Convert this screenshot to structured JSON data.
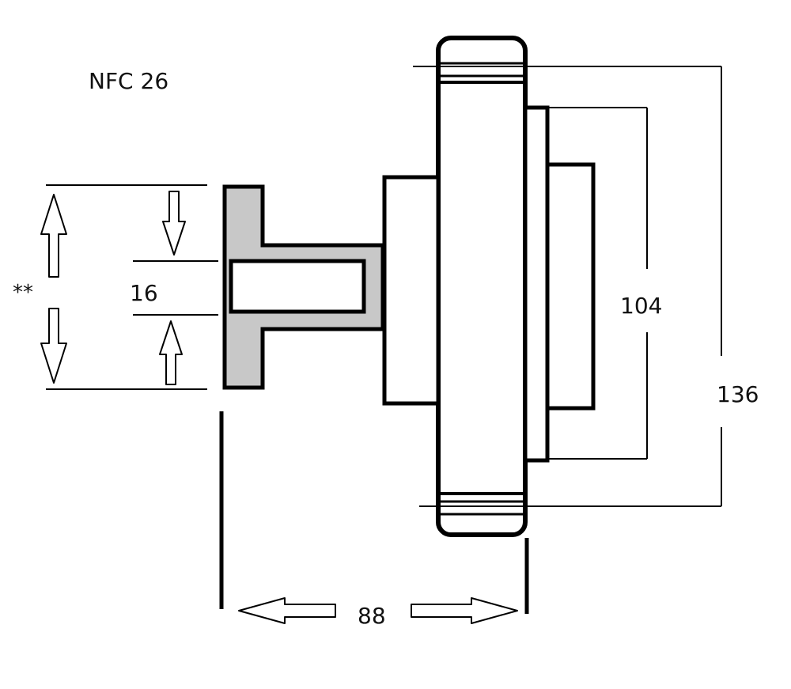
{
  "model_label": "NFC 26",
  "dimensions": {
    "shaft_width": "16",
    "flange_height": "104",
    "pulley_diameter": "136",
    "overall_length": "88",
    "bore_note": "**"
  },
  "colors": {
    "outline": "#000000",
    "shaft_fill": "#c8c8c8",
    "body_fill": "#ffffff",
    "arrow_fill": "#ffffff"
  }
}
